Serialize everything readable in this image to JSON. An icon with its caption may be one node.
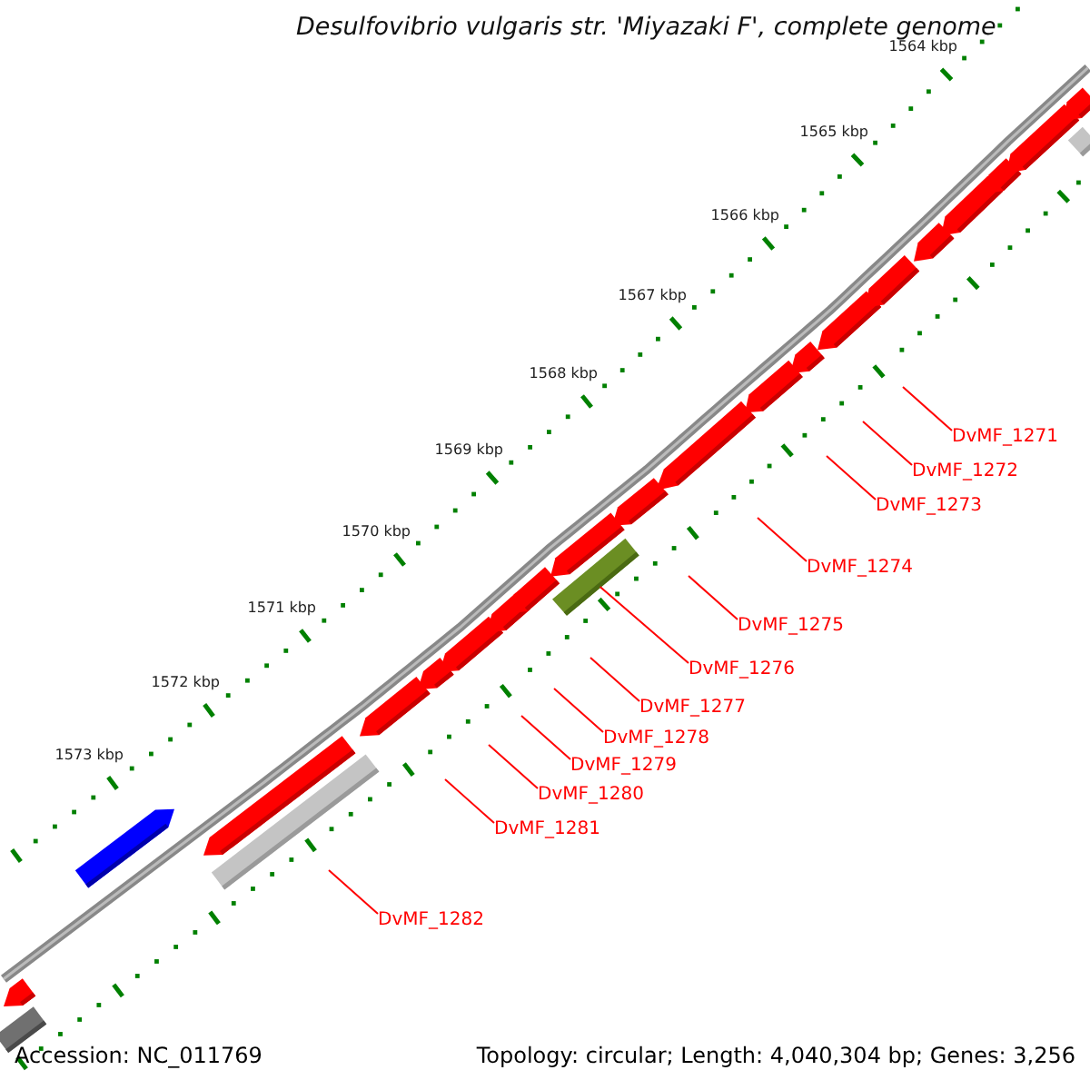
{
  "diagram": {
    "title": "Desulfovibrio vulgaris str. 'Miyazaki F', complete genome",
    "nodes": [
      {
        "text": [
          "DvMF_1271"
        ]
      },
      {
        "text": [
          "DvMF_1272"
        ]
      },
      {
        "text": [
          "DvMF_1273"
        ]
      },
      {
        "text": [
          "DvMF_1274"
        ]
      },
      {
        "text": [
          "DvMF_1275"
        ]
      },
      {
        "text": [
          "DvMF_1276"
        ]
      },
      {
        "text": [
          "DvMF_1277"
        ]
      },
      {
        "text": [
          "DvMF_1278"
        ]
      },
      {
        "text": [
          "DvMF_1279"
        ]
      },
      {
        "text": [
          "DvMF_1280"
        ]
      },
      {
        "text": [
          "DvMF_1281"
        ]
      },
      {
        "text": [
          "DvMF_1282"
        ]
      },
      {
        "text": [],
        "shape": "bar"
      }
    ],
    "edges": [
      {
        "from": 0,
        "to": null,
        "arrow": "none"
      },
      {
        "from": 1,
        "to": null,
        "arrow": "none"
      },
      {
        "from": 2,
        "to": null,
        "arrow": "none"
      },
      {
        "from": 3,
        "to": null,
        "arrow": "none"
      },
      {
        "from": 4,
        "to": null,
        "arrow": "none"
      },
      {
        "from": 5,
        "to": 12,
        "arrow": "none"
      },
      {
        "from": 6,
        "to": null,
        "arrow": "none"
      },
      {
        "from": 7,
        "to": null,
        "arrow": "none"
      },
      {
        "from": 8,
        "to": null,
        "arrow": "none"
      },
      {
        "from": 9,
        "to": null,
        "arrow": "none"
      },
      {
        "from": 10,
        "to": null,
        "arrow": "none"
      },
      {
        "from": 11,
        "to": null,
        "arrow": "none"
      }
    ],
    "labels": [
      "1564 kbp",
      "1565 kbp",
      "1566 kbp",
      "1567 kbp",
      "1568 kbp",
      "1569 kbp",
      "1570 kbp",
      "1571 kbp",
      "1572 kbp",
      "1573 kbp",
      "Accession: NC_011769",
      "Topology: circular; Length: 4,040,304 bp; Genes: 3,256"
    ]
  }
}
